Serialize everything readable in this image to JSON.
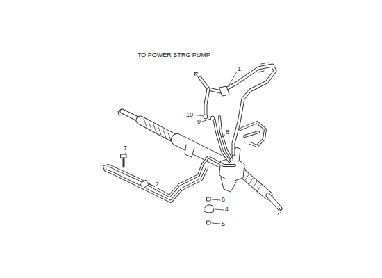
{
  "diagram": {
    "labels": [
      "TO POWER STRG PUMP",
      "1",
      "10",
      "9",
      "8",
      "7",
      "2",
      "6",
      "4",
      "5"
    ]
  }
}
